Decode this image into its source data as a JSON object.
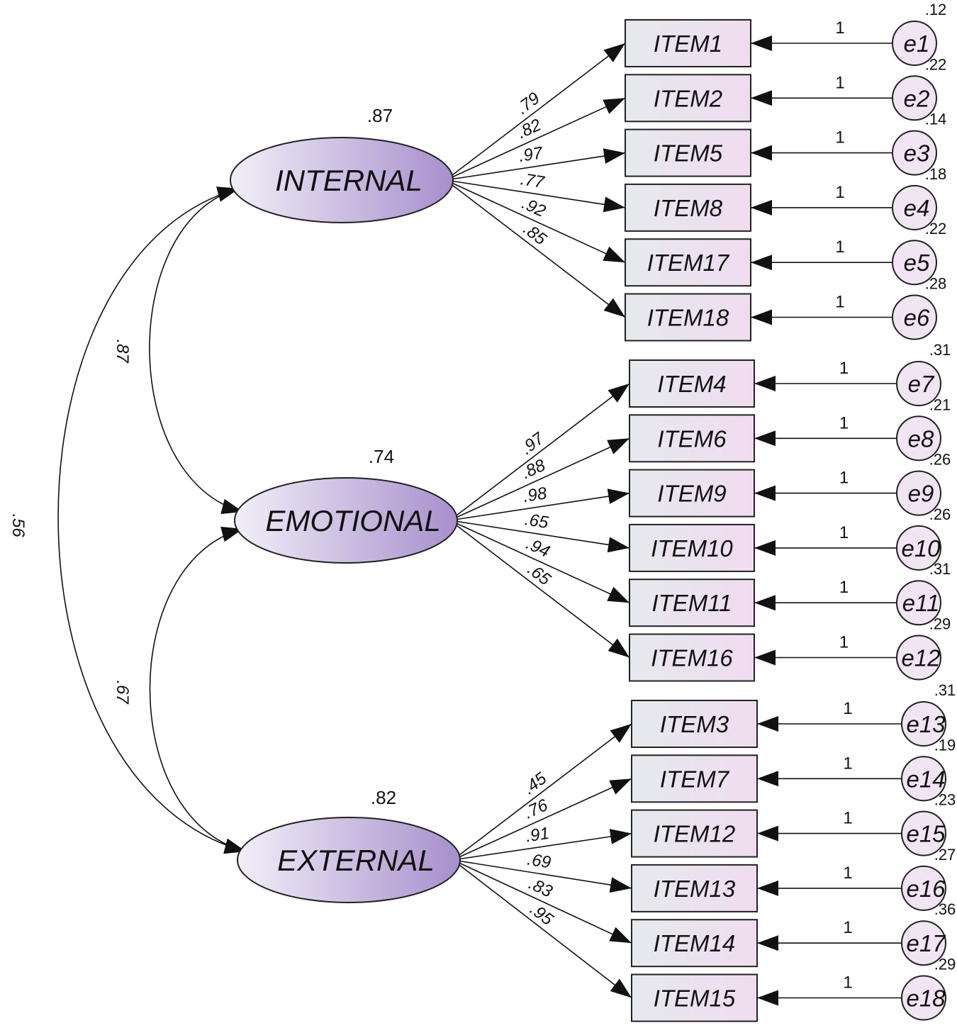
{
  "colors": {
    "factor_light": "#f2eff8",
    "factor_dark": "#a78fcc",
    "item_left": "#e6e9ee",
    "item_right": "#f0dcf0",
    "error_fill": "#f1e4f3",
    "stroke": "#222222"
  },
  "factors": [
    {
      "name": "INTERNAL",
      "r2": ".87",
      "items": [
        {
          "label": "ITEM1",
          "loading": ".79",
          "error": "e1",
          "error_var": ".12",
          "fixed": "1"
        },
        {
          "label": "ITEM2",
          "loading": ".82",
          "error": "e2",
          "error_var": ".22",
          "fixed": "1"
        },
        {
          "label": "ITEM5",
          "loading": ".97",
          "error": "e3",
          "error_var": ".14",
          "fixed": "1"
        },
        {
          "label": "ITEM8",
          "loading": ".77",
          "error": "e4",
          "error_var": ".18",
          "fixed": "1"
        },
        {
          "label": "ITEM17",
          "loading": ".92",
          "error": "e5",
          "error_var": ".22",
          "fixed": "1"
        },
        {
          "label": "ITEM18",
          "loading": ".85",
          "error": "e6",
          "error_var": ".28",
          "fixed": "1"
        }
      ]
    },
    {
      "name": "EMOTIONAL",
      "r2": ".74",
      "items": [
        {
          "label": "ITEM4",
          "loading": ".97",
          "error": "e7",
          "error_var": ".31",
          "fixed": "1"
        },
        {
          "label": "ITEM6",
          "loading": ".88",
          "error": "e8",
          "error_var": ".21",
          "fixed": "1"
        },
        {
          "label": "ITEM9",
          "loading": ".98",
          "error": "e9",
          "error_var": ".26",
          "fixed": "1"
        },
        {
          "label": "ITEM10",
          "loading": ".65",
          "error": "e10",
          "error_var": ".26",
          "fixed": "1"
        },
        {
          "label": "ITEM11",
          "loading": ".94",
          "error": "e11",
          "error_var": ".31",
          "fixed": "1"
        },
        {
          "label": "ITEM16",
          "loading": ".65",
          "error": "e12",
          "error_var": ".29",
          "fixed": "1"
        }
      ]
    },
    {
      "name": "EXTERNAL",
      "r2": ".82",
      "items": [
        {
          "label": "ITEM3",
          "loading": ".45",
          "error": "e13",
          "error_var": ".31",
          "fixed": "1"
        },
        {
          "label": "ITEM7",
          "loading": ".76",
          "error": "e14",
          "error_var": ".19",
          "fixed": "1"
        },
        {
          "label": "ITEM12",
          "loading": ".91",
          "error": "e15",
          "error_var": ".23",
          "fixed": "1"
        },
        {
          "label": "ITEM13",
          "loading": ".69",
          "error": "e16",
          "error_var": ".27",
          "fixed": "1"
        },
        {
          "label": "ITEM14",
          "loading": ".83",
          "error": "e17",
          "error_var": ".36",
          "fixed": "1"
        },
        {
          "label": "ITEM15",
          "loading": ".95",
          "error": "e18",
          "error_var": ".29",
          "fixed": "1"
        }
      ]
    }
  ],
  "correlations": [
    {
      "from": "INTERNAL",
      "to": "EMOTIONAL",
      "value": ".87"
    },
    {
      "from": "EMOTIONAL",
      "to": "EXTERNAL",
      "value": ".67"
    },
    {
      "from": "INTERNAL",
      "to": "EXTERNAL",
      "value": ".56"
    }
  ]
}
